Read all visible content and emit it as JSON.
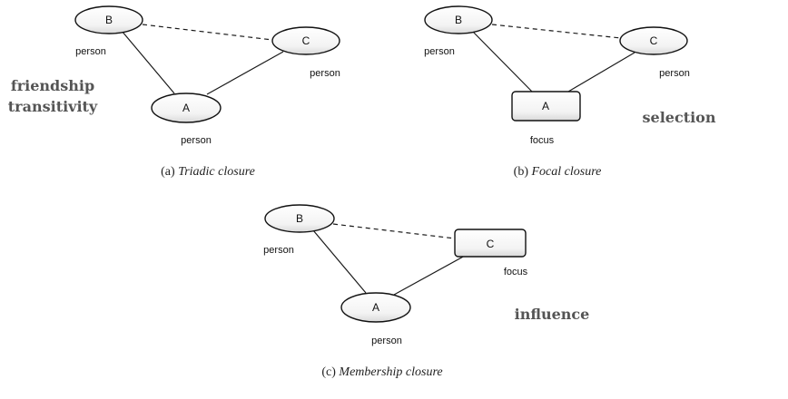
{
  "panels": [
    {
      "id": "a",
      "caption": {
        "prefix": "(a)",
        "title": "Triadic closure"
      },
      "side_labels": [
        "friendship",
        "transitivity"
      ],
      "nodes": {
        "A": {
          "label": "A",
          "type": "person",
          "shape": "ellipse"
        },
        "B": {
          "label": "B",
          "type": "person",
          "shape": "ellipse"
        },
        "C": {
          "label": "C",
          "type": "person",
          "shape": "ellipse"
        }
      },
      "edges": [
        {
          "from": "A",
          "to": "B",
          "style": "solid"
        },
        {
          "from": "A",
          "to": "C",
          "style": "solid"
        },
        {
          "from": "B",
          "to": "C",
          "style": "dashed"
        }
      ]
    },
    {
      "id": "b",
      "caption": {
        "prefix": "(b)",
        "title": "Focal closure"
      },
      "side_labels": [
        "selection"
      ],
      "nodes": {
        "A": {
          "label": "A",
          "type": "focus",
          "shape": "rectangle"
        },
        "B": {
          "label": "B",
          "type": "person",
          "shape": "ellipse"
        },
        "C": {
          "label": "C",
          "type": "person",
          "shape": "ellipse"
        }
      },
      "edges": [
        {
          "from": "A",
          "to": "B",
          "style": "solid"
        },
        {
          "from": "A",
          "to": "C",
          "style": "solid"
        },
        {
          "from": "B",
          "to": "C",
          "style": "dashed"
        }
      ]
    },
    {
      "id": "c",
      "caption": {
        "prefix": "(c)",
        "title": "Membership closure"
      },
      "side_labels": [
        "influence"
      ],
      "nodes": {
        "A": {
          "label": "A",
          "type": "person",
          "shape": "ellipse"
        },
        "B": {
          "label": "B",
          "type": "person",
          "shape": "ellipse"
        },
        "C": {
          "label": "C",
          "type": "focus",
          "shape": "rectangle"
        }
      },
      "edges": [
        {
          "from": "A",
          "to": "B",
          "style": "solid"
        },
        {
          "from": "A",
          "to": "C",
          "style": "solid"
        },
        {
          "from": "B",
          "to": "C",
          "style": "dashed"
        }
      ]
    }
  ]
}
